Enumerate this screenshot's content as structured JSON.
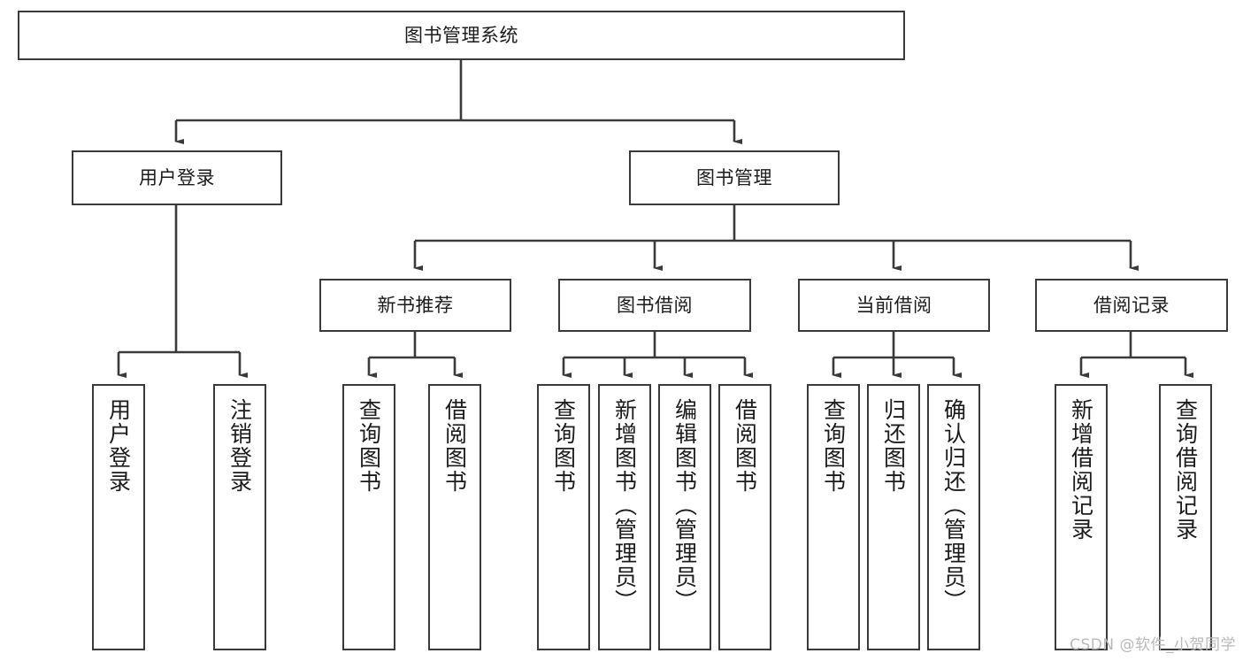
{
  "diagram": {
    "title": "图书管理系统",
    "type": "tree-hierarchy",
    "watermark": "CSDN @软件_小贺同学",
    "colors": {
      "box_border": "#3a3a3a",
      "box_fill": "#ffffff",
      "edge": "#3a3a3a",
      "text": "#1b1b1b",
      "watermark": "#b9b9b9"
    },
    "root": {
      "id": "root",
      "label": "图书管理系统"
    },
    "level1": [
      {
        "id": "n_user_login",
        "label": "用户登录"
      },
      {
        "id": "n_book_mgmt",
        "label": "图书管理"
      }
    ],
    "level2": [
      {
        "id": "n_new_book",
        "label": "新书推荐",
        "parent": "n_book_mgmt"
      },
      {
        "id": "n_borrow",
        "label": "图书借阅",
        "parent": "n_book_mgmt"
      },
      {
        "id": "n_current",
        "label": "当前借阅",
        "parent": "n_book_mgmt"
      },
      {
        "id": "n_records",
        "label": "借阅记录",
        "parent": "n_book_mgmt"
      }
    ],
    "leaves": [
      {
        "id": "l_user_login",
        "label": "用户登录",
        "parent": "n_user_login"
      },
      {
        "id": "l_user_logout",
        "label": "注销登录",
        "parent": "n_user_login"
      },
      {
        "id": "l_nb_query",
        "label": "查询图书",
        "parent": "n_new_book"
      },
      {
        "id": "l_nb_borrow",
        "label": "借阅图书",
        "parent": "n_new_book"
      },
      {
        "id": "l_bo_query",
        "label": "查询图书",
        "parent": "n_borrow"
      },
      {
        "id": "l_bo_add",
        "label": "新增图书（管理员）",
        "parent": "n_borrow"
      },
      {
        "id": "l_bo_edit",
        "label": "编辑图书（管理员）",
        "parent": "n_borrow"
      },
      {
        "id": "l_bo_borrow",
        "label": "借阅图书",
        "parent": "n_borrow"
      },
      {
        "id": "l_cu_query",
        "label": "查询图书",
        "parent": "n_current"
      },
      {
        "id": "l_cu_return",
        "label": "归还图书",
        "parent": "n_current"
      },
      {
        "id": "l_cu_confirm",
        "label": "确认归还（管理员）",
        "parent": "n_current"
      },
      {
        "id": "l_re_add",
        "label": "新增借阅记录",
        "parent": "n_records"
      },
      {
        "id": "l_re_query",
        "label": "查询借阅记录",
        "parent": "n_records"
      }
    ]
  }
}
